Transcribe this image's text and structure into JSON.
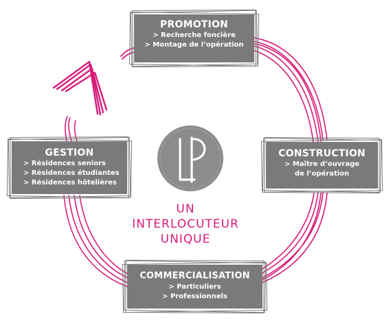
{
  "colors": {
    "box": "#7a7a7a",
    "box_text": "#ffffff",
    "accent": "#d81b7a",
    "logo": "#8c8c8c"
  },
  "logo": {
    "text": "LP"
  },
  "center": {
    "lines": [
      "UN",
      "INTERLOCUTEUR",
      "UNIQUE"
    ]
  },
  "promotion": {
    "title": "PROMOTION",
    "items": [
      "> Recherche foncière",
      "> Montage de l’opération"
    ]
  },
  "construction": {
    "title": "CONSTRUCTION",
    "items": [
      "> Maître d’ouvrage",
      "de l’opération"
    ]
  },
  "commercialisation": {
    "title": "COMMERCIALISATION",
    "items": [
      "> Particuliers",
      "> Professionnels"
    ]
  },
  "gestion": {
    "title": "GESTION",
    "items": [
      "> Résidences seniors",
      "> Résidences étudiantes",
      "> Résidences hôtelières"
    ]
  }
}
